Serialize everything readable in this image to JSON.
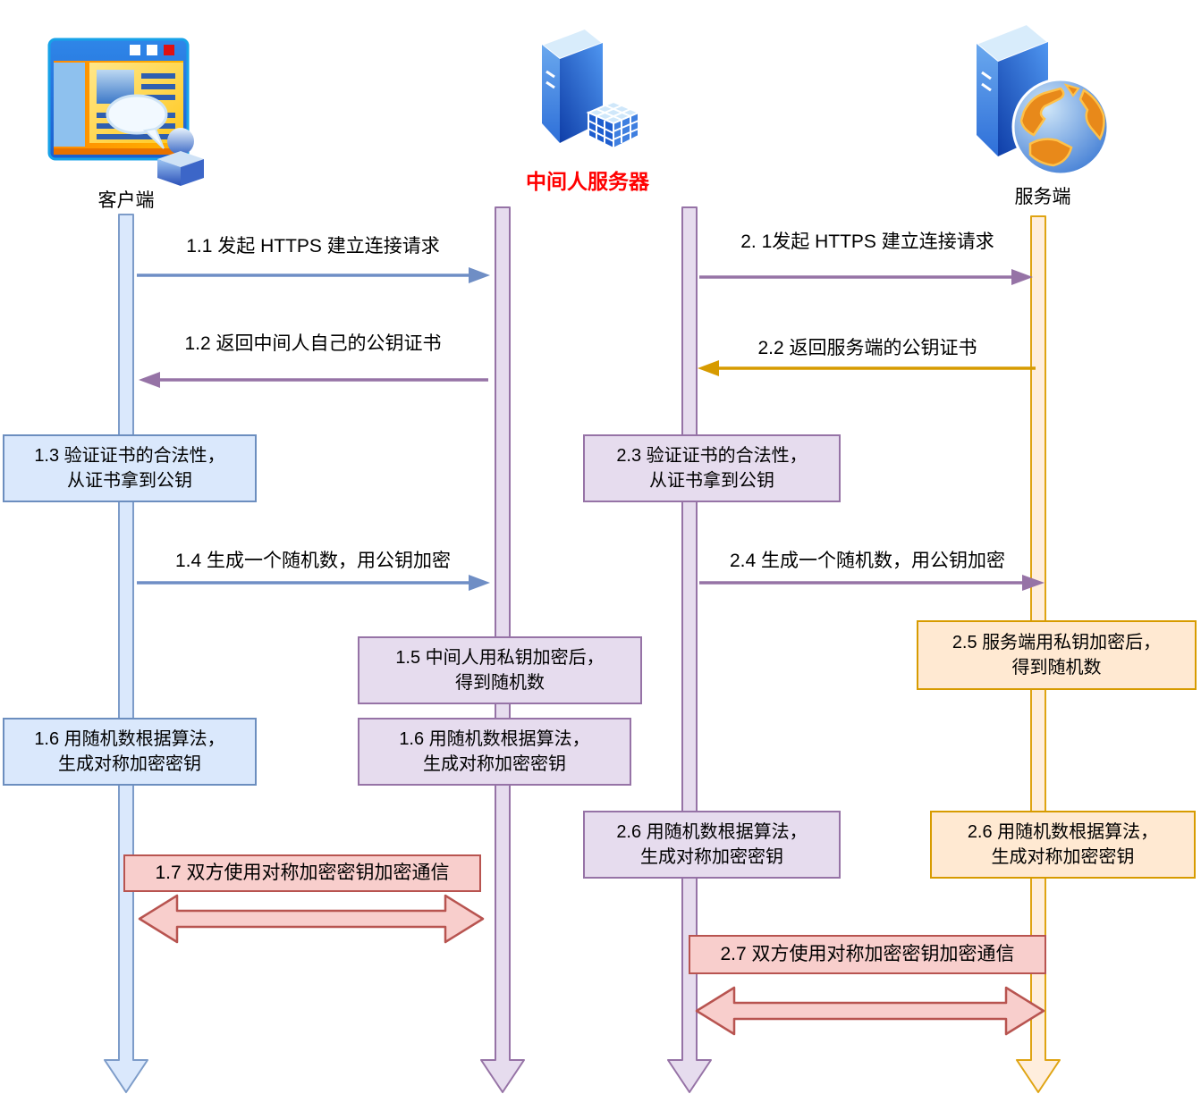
{
  "actors": {
    "client": {
      "label": "客户端"
    },
    "mitm": {
      "label": "中间人服务器",
      "label_color": "#ff0000"
    },
    "server": {
      "label": "服务端"
    }
  },
  "messages": {
    "m1_1": "1.1 发起 HTTPS 建立连接请求",
    "m1_2": "1.2 返回中间人自己的公钥证书",
    "m1_4": "1.4 生成一个随机数，用公钥加密",
    "m2_1": "2. 1发起 HTTPS 建立连接请求",
    "m2_2": "2.2 返回服务端的公钥证书",
    "m2_4": "2.4 生成一个随机数，用公钥加密"
  },
  "boxes": {
    "b1_3": {
      "line1": "1.3 验证证书的合法性，",
      "line2": "从证书拿到公钥"
    },
    "b2_3": {
      "line1": "2.3 验证证书的合法性，",
      "line2": "从证书拿到公钥"
    },
    "b1_5": {
      "line1": "1.5 中间人用私钥加密后，",
      "line2": "得到随机数"
    },
    "b2_5": {
      "line1": "2.5 服务端用私钥加密后，",
      "line2": "得到随机数"
    },
    "b1_6_client": {
      "line1": "1.6 用随机数根据算法，",
      "line2": "生成对称加密密钥"
    },
    "b1_6_mitm": {
      "line1": "1.6 用随机数根据算法，",
      "line2": "生成对称加密密钥"
    },
    "b2_6_mitm": {
      "line1": "2.6 用随机数根据算法，",
      "line2": "生成对称加密密钥"
    },
    "b2_6_server": {
      "line1": "2.6 用随机数根据算法，",
      "line2": "生成对称加密密钥"
    },
    "b1_7": {
      "line1": "1.7 双方使用对称加密密钥加密通信"
    },
    "b2_7": {
      "line1": "2.7 双方使用对称加密密钥加密通信"
    }
  },
  "icons": {
    "client": "browser-window-with-user-icon",
    "mitm": "server-tower-with-cube-icon",
    "server": "server-tower-with-globe-icon"
  },
  "colors": {
    "blue_fill": "#dae8fc",
    "blue_stroke": "#6c8ebf",
    "purple_fill": "#e6dcee",
    "purple_stroke": "#9673a6",
    "orange_fill": "#ffe9d2",
    "orange_stroke": "#d79b00",
    "pink_fill": "#f8cecc",
    "pink_stroke": "#b85450",
    "arrow_blue": "#6f8ec5",
    "arrow_purple": "#9673a6",
    "arrow_gold": "#d79b00",
    "mitm_label_red": "#ff0000"
  }
}
